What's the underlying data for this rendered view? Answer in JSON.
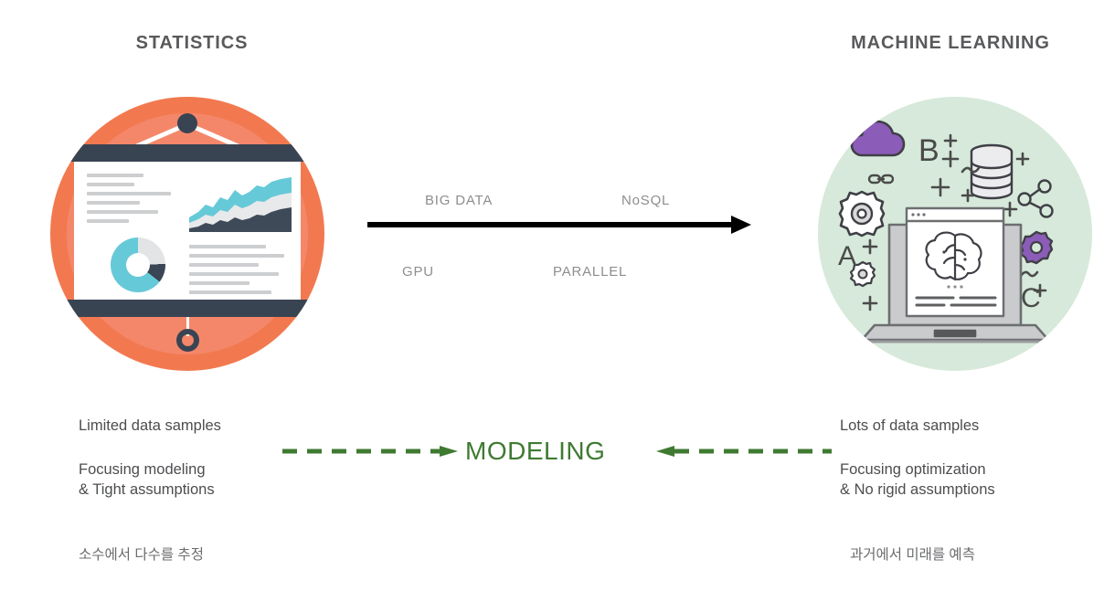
{
  "headings": {
    "left": "STATISTICS",
    "right": "MACHINE LEARNING"
  },
  "bridge": {
    "labels_above": [
      "BIG DATA",
      "NoSQL"
    ],
    "labels_below": [
      "GPU",
      "PARALLEL"
    ],
    "arrow_direction": "left-to-right",
    "arrow_color": "#000000"
  },
  "left_column": {
    "samples": "Limited data samples",
    "focus": "Focusing modeling\n& Tight assumptions",
    "korean": "소수에서 다수를 추정"
  },
  "right_column": {
    "samples": "Lots of data samples",
    "focus": "Focusing optimization\n& No rigid assumptions",
    "korean": "과거에서 미래를 예측"
  },
  "center": {
    "modeling_label": "MODELING",
    "modeling_color": "#3f7a31",
    "left_arrow_direction": "points-right",
    "right_arrow_direction": "points-left"
  },
  "illustrations": {
    "statistics": {
      "icon_name": "presentation-board-icon",
      "circle_color": "#f2794f",
      "inner_ring_color": "#f4876a",
      "frame_color": "#394453",
      "board_color": "#ffffff",
      "donut_slices": [
        {
          "label": "teal",
          "color": "#66c9d8",
          "percent": 64
        },
        {
          "label": "light-gray",
          "color": "#e3e4e6",
          "percent": 24
        },
        {
          "label": "dark-navy",
          "color": "#3a4555",
          "percent": 12
        }
      ],
      "area_chart_layers": [
        {
          "label": "teal",
          "color": "#66c9d8"
        },
        {
          "label": "light-gray",
          "color": "#e8e9eb"
        },
        {
          "label": "dark-navy",
          "color": "#3f4a59"
        }
      ]
    },
    "machine_learning": {
      "icon_name": "laptop-brain-icon",
      "circle_color": "#d6e9da",
      "accent_purple": "#8b5cb8",
      "line_color": "#4a4a4a",
      "glyphs": [
        "B",
        "A",
        "C",
        "+",
        "+",
        "+",
        "+",
        "+",
        "+",
        "~",
        "~"
      ],
      "sub_icons": [
        "cloud-icon",
        "database-cylinder-icon",
        "gear-icon",
        "gear-purple-icon",
        "gear-small-icon",
        "share-network-icon",
        "chain-link-icon",
        "laptop-icon",
        "brain-icon"
      ]
    }
  }
}
